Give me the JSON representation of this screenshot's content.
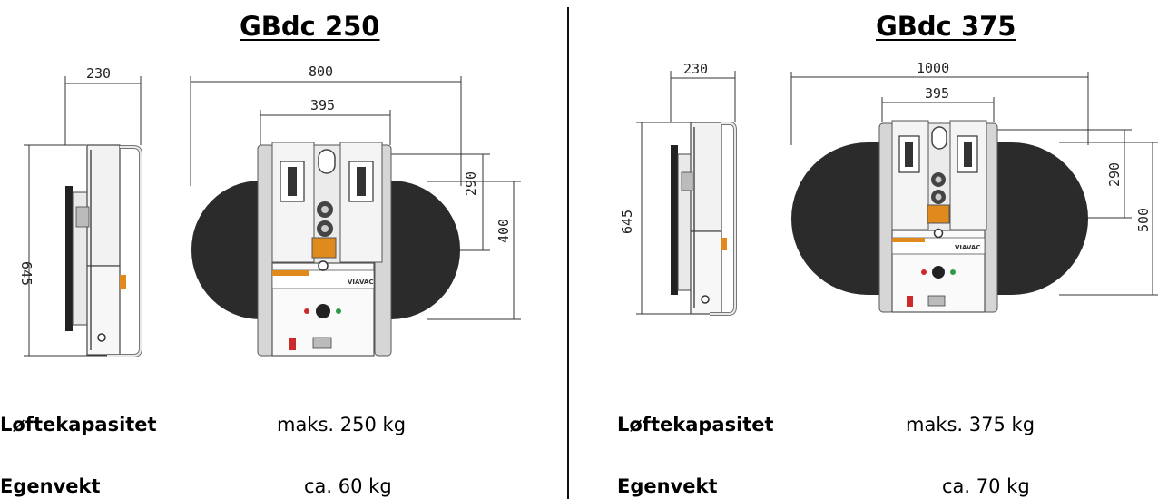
{
  "models": [
    {
      "title": "GBdc 250",
      "dimensions": {
        "side_width": "230",
        "side_height": "645",
        "overall_width": "800",
        "frame_width": "395",
        "frame_height": "290",
        "pad_height": "400"
      },
      "specs": [
        {
          "label": "Løftekapasitet",
          "value": "maks. 250 kg"
        },
        {
          "label": "Egenvekt",
          "value": "ca. 60 kg"
        }
      ],
      "brand_plate": "VIAVAC"
    },
    {
      "title": "GBdc 375",
      "dimensions": {
        "side_width": "230",
        "side_height": "645",
        "overall_width": "1000",
        "frame_width": "395",
        "frame_height": "290",
        "pad_height": "500"
      },
      "specs": [
        {
          "label": "Løftekapasitet",
          "value": "maks. 375 kg"
        },
        {
          "label": "Egenvekt",
          "value": "ca. 70 kg"
        }
      ],
      "brand_plate": "VIAVAC"
    }
  ],
  "colors": {
    "pad": "#2b2b2b",
    "frame": "#cfcfcf",
    "accent": "#e08a1e",
    "green_light": "#2f9a46",
    "red_light": "#cc2a2a"
  }
}
